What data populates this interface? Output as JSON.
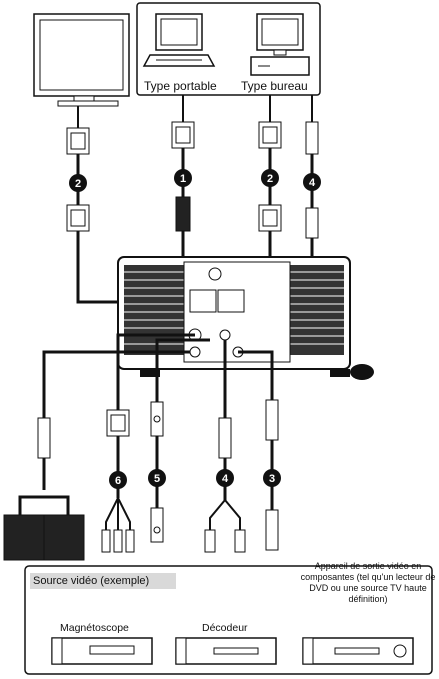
{
  "computers": {
    "laptop_label": "Type portable",
    "desktop_label": "Type bureau"
  },
  "cables": [
    {
      "id": "1",
      "label": "1"
    },
    {
      "id": "2",
      "label": "2"
    },
    {
      "id": "3",
      "label": "3"
    },
    {
      "id": "4",
      "label": "4"
    },
    {
      "id": "5",
      "label": "5"
    },
    {
      "id": "6",
      "label": "6"
    }
  ],
  "source_box": {
    "title": "Source vidéo (exemple)",
    "devices": {
      "vcr": "Magnétoscope",
      "decoder": "Décodeur",
      "component_out": "Appareil de sortie vidéo en composantes (tel qu'un lecteur de DVD ou une source TV haute définition)"
    }
  },
  "icons": [
    "monitor-icon",
    "laptop-icon",
    "desktop-computer-icon",
    "projector-icon",
    "speaker-icon",
    "vcr-icon",
    "decoder-icon",
    "dvd-player-icon"
  ],
  "colors": {
    "line": "#111111",
    "badge": "#111111",
    "badge_text": "#ffffff",
    "title_bg": "#d9d9d9"
  }
}
